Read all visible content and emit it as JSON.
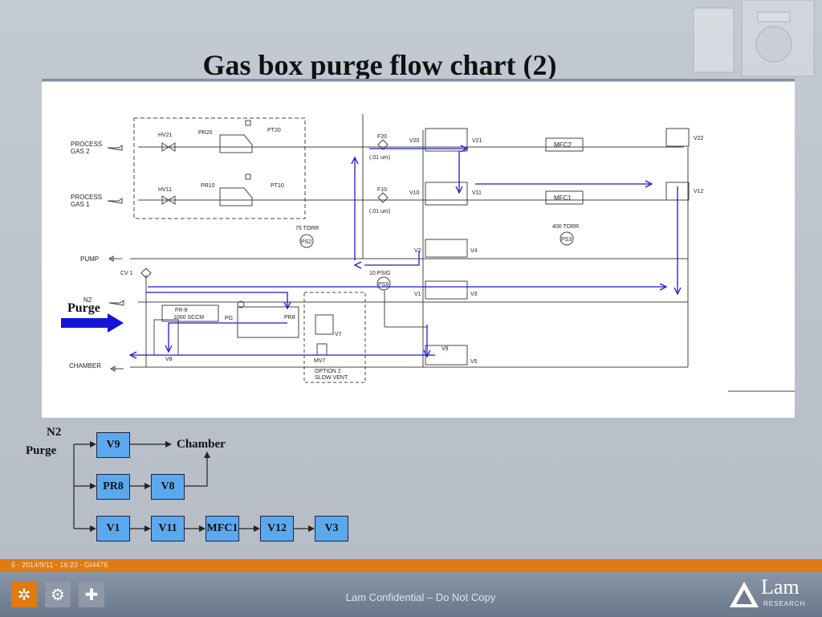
{
  "slide": {
    "title": "Gas box purge flow chart (2)"
  },
  "schematic": {
    "purge_label": "Purge",
    "labels": {
      "process_gas_2": [
        "PROCESS",
        "GAS 2"
      ],
      "process_gas_1": [
        "PROCESS",
        "GAS 1"
      ],
      "pump": "PUMP",
      "n2": "N2",
      "chamber": "CHAMBER",
      "hv21": "HV21",
      "hv11": "HV11",
      "pr20": "PR20",
      "pt20": "PT20",
      "pr10": "PR10",
      "pt10": "PT10",
      "f20": "F20",
      "f10": "F10",
      "filter_01_a": "(.01 um)",
      "filter_01_b": "(.01 um)",
      "v20": "V20",
      "v21": "V21",
      "v10": "V10",
      "v11": "V11",
      "mfc2": "MFC2",
      "mfc1": "MFC1",
      "v22": "V22",
      "v12": "V12",
      "torr75": "75 TORR",
      "ps2": "PS2",
      "torr400": "400 TORR",
      "ps3": "PS3",
      "v2": "V2",
      "v4": "V4",
      "cv1": "CV 1",
      "psig10": "10 PSIG",
      "ps9": "PS9",
      "v1": "V1",
      "v3": "V3",
      "fr8": "FR-8",
      "sccm1000": "1000 SCCM",
      "pg": "PG",
      "pr8": "PR8",
      "v7": "V7",
      "mv7": "MV7",
      "v8": "V8",
      "v9": "V9",
      "v5": "V5",
      "option2": [
        "OPTION 2",
        "SLOW VENT"
      ]
    }
  },
  "flow": {
    "source_label": [
      "N2",
      "Purge"
    ],
    "rows": [
      {
        "nodes": [
          "V9"
        ],
        "target": "Chamber"
      },
      {
        "nodes": [
          "PR8",
          "V8"
        ]
      },
      {
        "nodes": [
          "V1",
          "V11",
          "MFC1",
          "V12",
          "V3"
        ]
      }
    ]
  },
  "footer": {
    "meta": "6 - 2014/9/11 - 16:23 - GI4476",
    "confidential": "Lam Confidential – Do Not Copy",
    "logo_text": "Lam",
    "logo_sub": "RESEARCH"
  },
  "colors": {
    "accent_orange": "#e07a12",
    "flow_node": "#5aa9ee",
    "flow_arrow_blue": "#1a1ad0"
  }
}
